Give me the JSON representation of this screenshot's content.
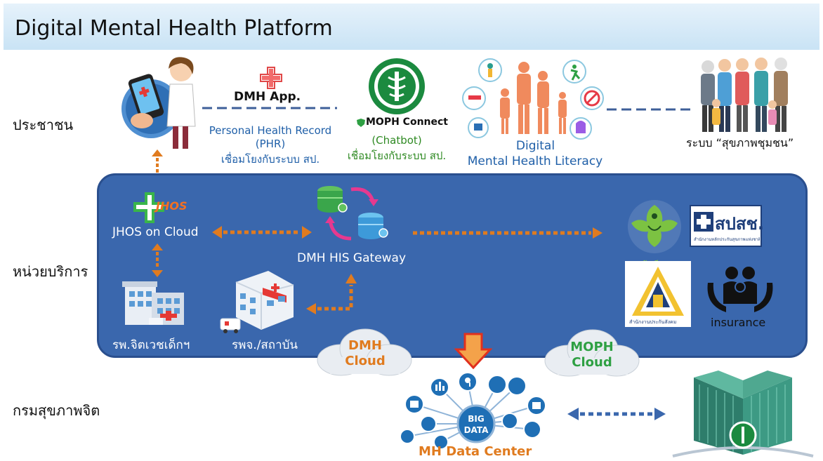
{
  "title": "Digital Mental Health Platform",
  "rows": {
    "citizen": "ประชาชน",
    "service": "หน่วยบริการ",
    "department": "กรมสุขภาพจิต"
  },
  "top": {
    "dmh_app": "DMH  App.",
    "phr_line1": "Personal Health Record",
    "phr_line2": "(PHR)",
    "phr_line3": "เชื่อมโยงกับระบบ สป.",
    "moph_connect": "MOPH Connect",
    "chatbot": "(Chatbot)",
    "chatbot_link": "เชื่อมโยงกับระบบ สป.",
    "literacy_line1": "Digital",
    "literacy_line2": "Mental Health Literacy",
    "community": "ระบบ “สุขภาพชุมชน”"
  },
  "panel": {
    "jhos_logo": "JHOS",
    "jhos": "JHOS on Cloud",
    "gateway": "DMH HIS Gateway",
    "hospital_child": "รพ.จิตเวชเด็กฯ",
    "hospital_other": "รพจ./สถาบัน",
    "nhso_logo": "สปสช.",
    "nhso_sub": "สำนักงานหลักประกันสุขภาพแห่งชาติ",
    "cgd_text": "กรมบัญชีกลาง",
    "sso_text": "สำนักงานประกันสังคม",
    "insurance": "insurance"
  },
  "clouds": {
    "dmh_line1": "DMH",
    "dmh_line2": "Cloud",
    "moph_line1": "MOPH",
    "moph_line2": "Cloud"
  },
  "bottom": {
    "big": "BIG",
    "data": "DATA",
    "datacenter": "MH Data Center"
  },
  "colors": {
    "panel": "#3a67ad",
    "orange": "#e07b1f",
    "blue_text": "#1f5fa8",
    "green_text": "#2f8a23",
    "cloud_orange": "#e07b1f",
    "cloud_green": "#2ea043"
  }
}
